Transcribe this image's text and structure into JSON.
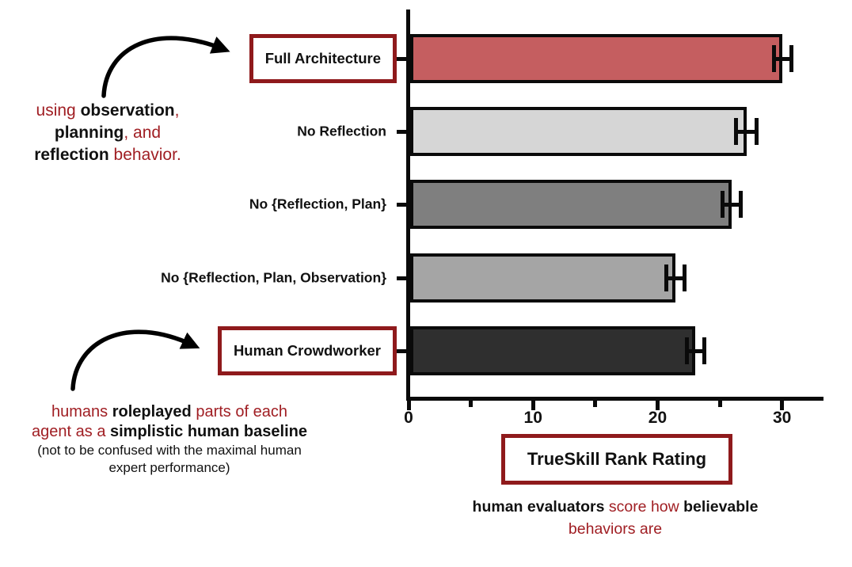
{
  "figure": {
    "background": "#ffffff",
    "accent_border_red": "#8f1a1c",
    "accent_text_red": "#a01e23",
    "ink": "#111111"
  },
  "chart_data": {
    "type": "bar",
    "orientation": "horizontal",
    "xlabel": "TrueSkill Rank Rating",
    "xlim": [
      0,
      33.2
    ],
    "x_major_ticks": [
      0,
      10,
      20,
      30
    ],
    "x_minor_ticks": [
      5,
      15,
      25
    ],
    "grid": false,
    "bars": [
      {
        "label": "Full Architecture",
        "value": 29.9,
        "error": 0.7,
        "color": "#c55e60",
        "boxed": true
      },
      {
        "label": "No Reflection",
        "value": 27.0,
        "error": 0.8,
        "color": "#d6d6d6",
        "boxed": false
      },
      {
        "label": "No {Reflection, Plan}",
        "value": 25.8,
        "error": 0.73,
        "color": "#7f7f7f",
        "boxed": false
      },
      {
        "label": "No {Reflection, Plan, Observation}",
        "value": 21.3,
        "error": 0.73,
        "color": "#a5a5a5",
        "boxed": false
      },
      {
        "label": "Human Crowdworker",
        "value": 22.9,
        "error": 0.7,
        "color": "#2f2f2f",
        "boxed": true
      }
    ]
  },
  "annotations": {
    "architecture_note": {
      "lines": [
        {
          "segments": [
            {
              "t": "using ",
              "s": "red"
            },
            {
              "t": "observation",
              "s": "bold"
            },
            {
              "t": ",",
              "s": "red"
            }
          ]
        },
        {
          "segments": [
            {
              "t": "planning",
              "s": "bold"
            },
            {
              "t": ", and",
              "s": "red"
            }
          ]
        },
        {
          "segments": [
            {
              "t": "reflection",
              "s": "bold"
            },
            {
              "t": " behavior.",
              "s": "red"
            }
          ]
        }
      ]
    },
    "crowdworker_note": {
      "lines": [
        {
          "segments": [
            {
              "t": "humans ",
              "s": "red"
            },
            {
              "t": "roleplayed",
              "s": "bold"
            },
            {
              "t": " parts of each",
              "s": "red"
            }
          ]
        },
        {
          "segments": [
            {
              "t": "agent as a ",
              "s": "red"
            },
            {
              "t": "simplistic human baseline",
              "s": "bold"
            }
          ]
        },
        {
          "small": true,
          "segments": [
            {
              "t": "(not to be confused with the maximal human",
              "s": "plain"
            }
          ]
        },
        {
          "small": true,
          "segments": [
            {
              "t": "expert performance)",
              "s": "plain"
            }
          ]
        }
      ]
    },
    "axis_caption": {
      "lines": [
        {
          "segments": [
            {
              "t": "human evaluators",
              "s": "bold"
            },
            {
              "t": " score how ",
              "s": "red"
            },
            {
              "t": "believable",
              "s": "bold"
            }
          ]
        },
        {
          "segments": [
            {
              "t": "behaviors are",
              "s": "red"
            }
          ]
        }
      ]
    }
  }
}
